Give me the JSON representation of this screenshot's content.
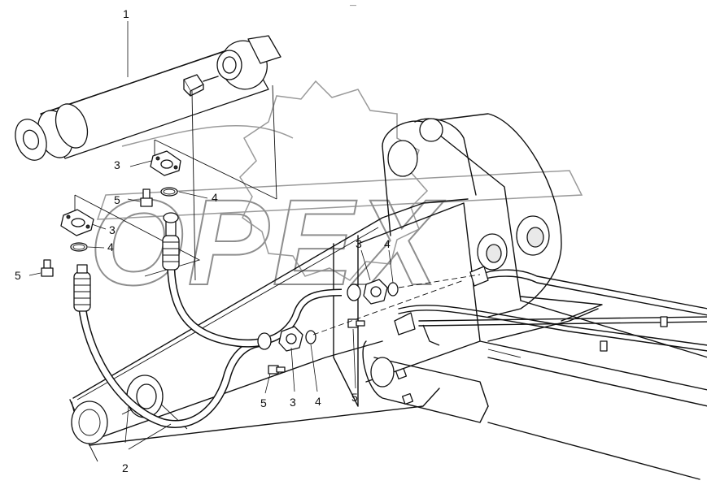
{
  "watermark": {
    "text": "OPEX"
  },
  "callouts": {
    "c1": "1",
    "c2": "2",
    "c3a": "3",
    "c3b": "3",
    "c3c": "3",
    "c3d": "3",
    "c4a": "4",
    "c4b": "4",
    "c4c": "4",
    "c4d": "4",
    "c5a": "5",
    "c5b": "5",
    "c5c": "5",
    "c5d": "5"
  },
  "corner_mark": "―"
}
